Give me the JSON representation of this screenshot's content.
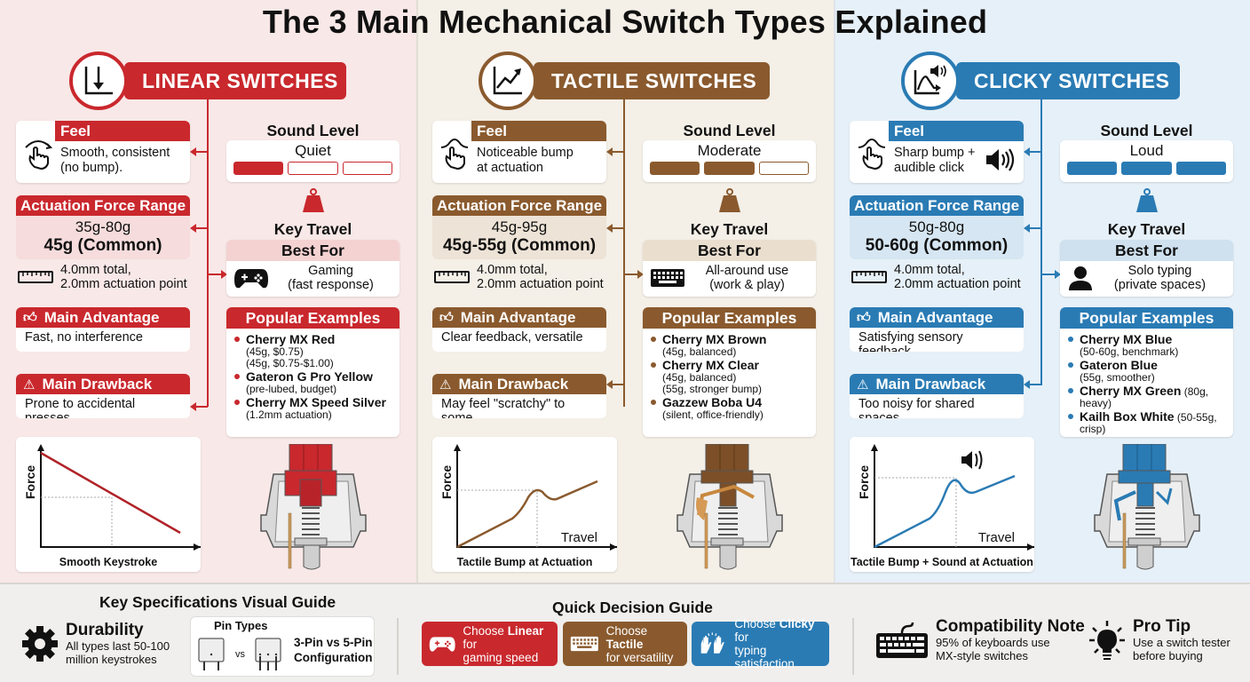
{
  "title": "The 3 Main Mechanical Switch Types Explained",
  "columns": [
    {
      "key": "linear",
      "header": "LINEAR SWITCHES",
      "icon": "linear-arrow-down-icon",
      "color": "#c9282d",
      "feel": {
        "label": "Feel",
        "text_line1": "Smooth, consistent",
        "text_line2": "(no bump)."
      },
      "actuation": {
        "label": "Actuation Force Range",
        "range": "35g-80g",
        "common": "45g (Common)"
      },
      "travel": {
        "line1": "4.0mm total,",
        "line2": "2.0mm actuation point"
      },
      "advantage": {
        "label": "Main Advantage",
        "text": "Fast, no interference"
      },
      "drawback": {
        "label": "Main Drawback",
        "text": "Prone to accidental presses"
      },
      "sound": {
        "label": "Sound Level",
        "level": "Quiet",
        "bars_on": 1
      },
      "key_travel_label": "Key Travel",
      "best_for": {
        "label": "Best For",
        "icon": "gamepad-icon",
        "line1": "Gaming",
        "line2": "(fast response)"
      },
      "popular": {
        "label": "Popular Examples",
        "items": [
          {
            "name": "Cherry MX Red",
            "sub1": "(45g, $0.75)",
            "sub2": "(45g, $0.75-$1.00)"
          },
          {
            "name": "Gateron G Pro Yellow",
            "sub1": "(pre-lubed, budget)",
            "sub2": ""
          },
          {
            "name": "Cherry MX Speed Silver",
            "sub1": "(1.2mm actuation)",
            "sub2": ""
          }
        ]
      },
      "chart": {
        "ylabel": "Force",
        "xlabel": "",
        "caption": "Smooth Keystroke"
      }
    },
    {
      "key": "tactile",
      "header": "TACTILE SWITCHES",
      "icon": "tactile-trend-icon",
      "color": "#8a5a2e",
      "feel": {
        "label": "Feel",
        "text_line1": "Noticeable bump",
        "text_line2": "at actuation"
      },
      "actuation": {
        "label": "Actuation Force Range",
        "range": "45g-95g",
        "common": "45g-55g (Common)"
      },
      "travel": {
        "line1": "4.0mm total,",
        "line2": "2.0mm actuation point"
      },
      "advantage": {
        "label": "Main Advantage",
        "text": "Clear feedback, versatile"
      },
      "drawback": {
        "label": "Main Drawback",
        "text": "May feel \"scratchy\" to some"
      },
      "sound": {
        "label": "Sound Level",
        "level": "Moderate",
        "bars_on": 2
      },
      "key_travel_label": "Key Travel",
      "best_for": {
        "label": "Best For",
        "icon": "keyboard-icon",
        "line1": "All-around use",
        "line2": "(work & play)"
      },
      "popular": {
        "label": "Popular Examples",
        "items": [
          {
            "name": "Cherry MX Brown",
            "sub1": "(45g, balanced)",
            "sub2": ""
          },
          {
            "name": "Cherry MX Clear",
            "sub1": "(45g, balanced)",
            "sub2": "(55g, stronger bump)"
          },
          {
            "name": "Gazzew Boba U4",
            "sub1": "(silent, office-friendly)",
            "sub2": ""
          }
        ]
      },
      "chart": {
        "ylabel": "Force",
        "xlabel": "Travel",
        "caption": "Tactile Bump at Actuation"
      }
    },
    {
      "key": "clicky",
      "header": "CLICKY SWITCHES",
      "icon": "clicky-sound-icon",
      "color": "#2a7bb4",
      "feel": {
        "label": "Feel",
        "text_line1": "Sharp bump +",
        "text_line2": "audible click"
      },
      "actuation": {
        "label": "Actuation Force Range",
        "range": "50g-80g",
        "common": "50-60g (Common)"
      },
      "travel": {
        "line1": "4.0mm total,",
        "line2": "2.0mm actuation point"
      },
      "advantage": {
        "label": "Main Advantage",
        "text": "Satisfying sensory feedback"
      },
      "drawback": {
        "label": "Main Drawback",
        "text": "Too noisy for shared spaces"
      },
      "sound": {
        "label": "Sound Level",
        "level": "Loud",
        "bars_on": 3
      },
      "key_travel_label": "Key Travel",
      "best_for": {
        "label": "Best For",
        "icon": "person-icon",
        "line1": "Solo typing",
        "line2": "(private spaces)"
      },
      "popular": {
        "label": "Popular Examples",
        "items": [
          {
            "name": "Cherry MX Blue",
            "sub1": "(50-60g, benchmark)",
            "sub2": ""
          },
          {
            "name": "Gateron Blue",
            "sub1": "(55g, smoother)",
            "sub2": ""
          },
          {
            "name": "Cherry MX Green",
            "sub1": "(80g, heavy)",
            "sub2": ""
          },
          {
            "name": "Kailh Box White",
            "sub1": "(50-55g, crisp)",
            "sub2": ""
          }
        ]
      },
      "chart": {
        "ylabel": "Force",
        "xlabel": "Travel",
        "caption": "Tactile Bump + Sound at Actuation"
      }
    }
  ],
  "footer": {
    "specs_title": "Key Specifications Visual Guide",
    "durability": {
      "title": "Durability",
      "line1": "All types last 50-100",
      "line2": "million keystrokes"
    },
    "pins": {
      "title": "Pin Types",
      "vs": "vs",
      "line1": "3-Pin vs 5-Pin",
      "line2": "Configuration"
    },
    "decision_title": "Quick Decision Guide",
    "decisions": [
      {
        "pre": "Choose ",
        "bold": "Linear",
        "post": " for",
        "line2": "gaming speed",
        "color": "#c9282d"
      },
      {
        "pre": "Choose ",
        "bold": "Tactile",
        "post": "",
        "line2": "for versatility",
        "color": "#8a5a2e"
      },
      {
        "pre": "Choose ",
        "bold": "Clicky",
        "post": " for",
        "line2": "typing satisfaction",
        "color": "#2a7bb4"
      }
    ],
    "compat": {
      "title": "Compatibility Note",
      "line1": "95% of keyboards use",
      "line2": "MX-style switches"
    },
    "protip": {
      "title": "Pro Tip",
      "line1": "Use a switch tester",
      "line2": "before buying"
    }
  }
}
